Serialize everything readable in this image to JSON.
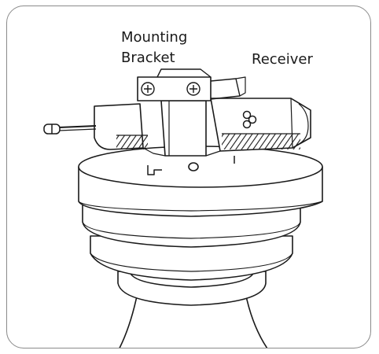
{
  "labels": {
    "mounting_line1": "Mounting",
    "mounting_line2": "Bracket",
    "receiver": "Receiver"
  },
  "colors": {
    "stroke": "#1a1a1a",
    "frame": "#8a8a8a",
    "background": "#ffffff"
  },
  "icons": [
    "screw-head-icon",
    "wire-connector-icon"
  ]
}
